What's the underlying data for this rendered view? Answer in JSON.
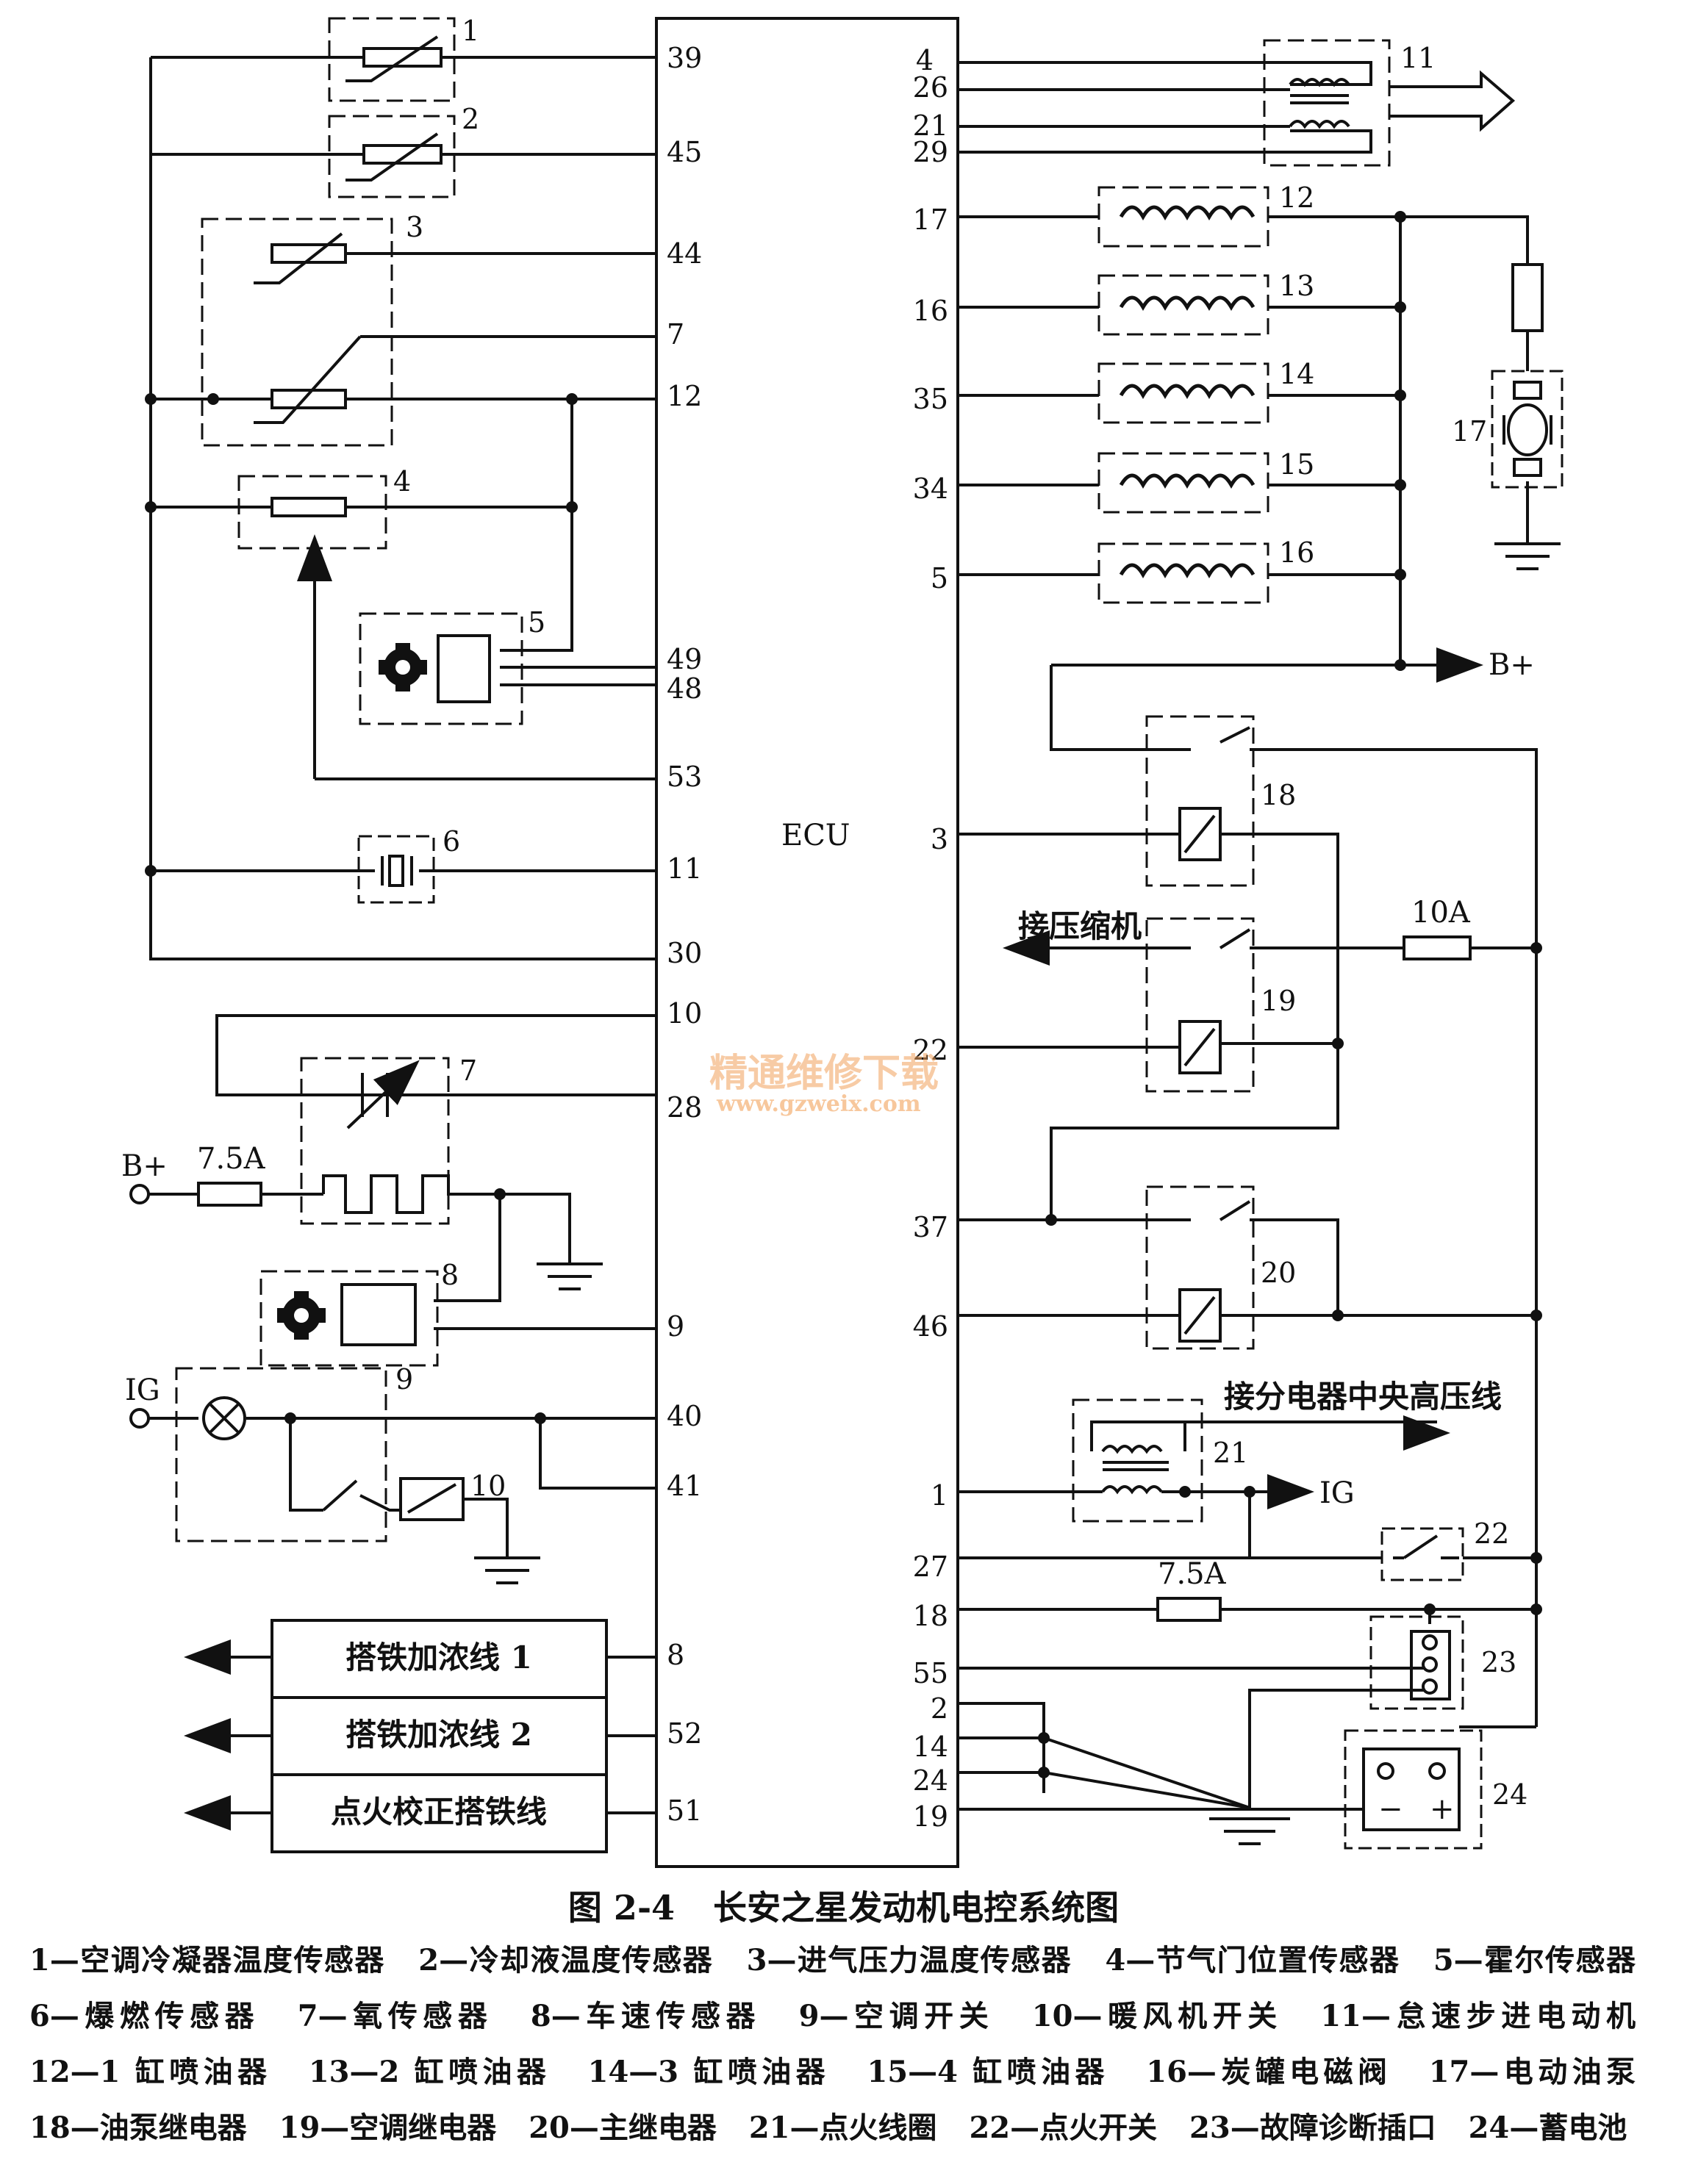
{
  "ecu": {
    "label": "ECU",
    "left_pins": [
      "39",
      "45",
      "44",
      "7",
      "12",
      "49",
      "48",
      "53",
      "11",
      "30",
      "10",
      "28",
      "9",
      "40",
      "41",
      "8",
      "52",
      "51"
    ],
    "right_pins": [
      "4",
      "26",
      "21",
      "29",
      "17",
      "16",
      "35",
      "34",
      "5",
      "3",
      "22",
      "37",
      "46",
      "1",
      "27",
      "18",
      "55",
      "2",
      "14",
      "24",
      "19"
    ]
  },
  "component_numbers": [
    "1",
    "2",
    "3",
    "4",
    "5",
    "6",
    "7",
    "8",
    "9",
    "10",
    "11",
    "12",
    "13",
    "14",
    "15",
    "16",
    "17",
    "18",
    "19",
    "20",
    "21",
    "22",
    "23",
    "24"
  ],
  "labels": {
    "b_plus": "B+",
    "ig": "IG",
    "fuse_7_5a": "7.5A",
    "fuse_10a": "10A",
    "to_compressor": "接压缩机",
    "to_distributor": "接分电器中央高压线",
    "battery_minus": "−",
    "battery_plus": "+"
  },
  "ground_boxes": [
    "搭铁加浓线 1",
    "搭铁加浓线 2",
    "点火校正搭铁线"
  ],
  "watermark": {
    "cn": "精通维修下载",
    "url": "www.gzweix.com"
  },
  "caption": {
    "fig_no": "图 2-4",
    "title": "长安之星发动机电控系统图"
  },
  "legend": [
    "1—空调冷凝器温度传感器",
    "2—冷却液温度传感器",
    "3—进气压力温度传感器",
    "4—节气门位置传感器",
    "5—霍尔传感器",
    "6—爆燃传感器",
    "7—氧传感器",
    "8—车速传感器",
    "9—空调开关",
    "10—暖风机开关",
    "11—怠速步进电动机",
    "12—1 缸喷油器",
    "13—2 缸喷油器",
    "14—3 缸喷油器",
    "15—4 缸喷油器",
    "16—炭罐电磁阀",
    "17—电动油泵",
    "18—油泵继电器",
    "19—空调继电器",
    "20—主继电器",
    "21—点火线圈",
    "22—点火开关",
    "23—故障诊断插口",
    "24—蓄电池"
  ]
}
